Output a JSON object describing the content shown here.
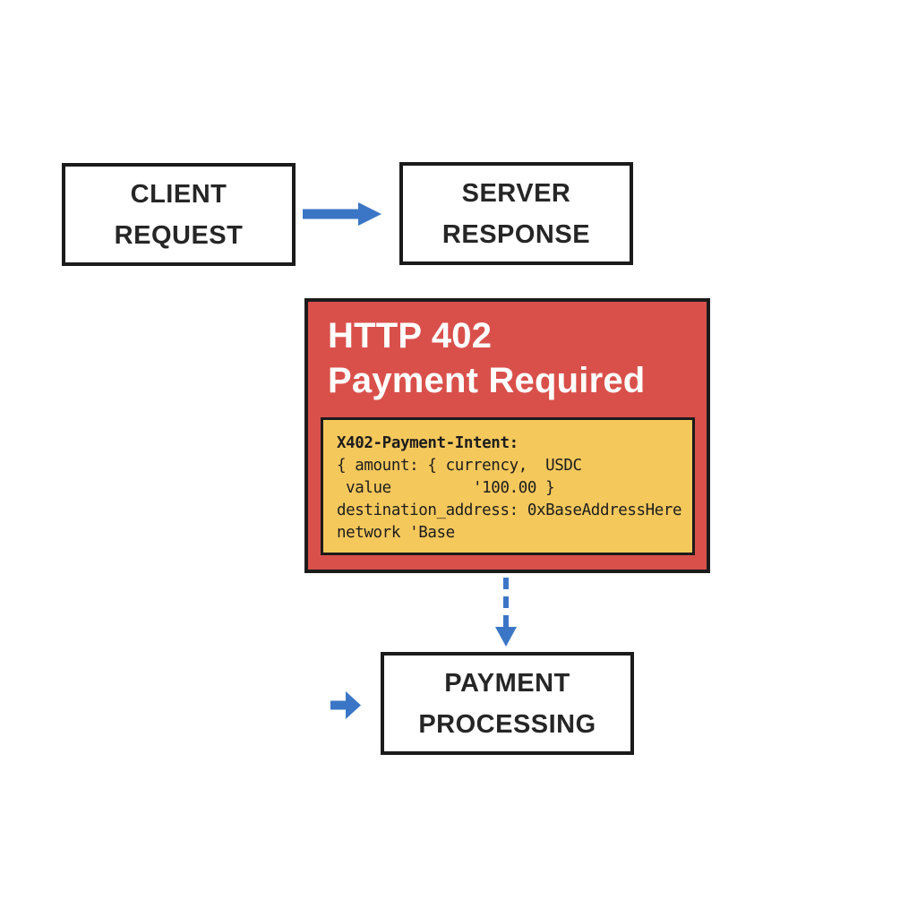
{
  "diagram": {
    "title": "HTTP 402 Payment Required flow",
    "colors": {
      "background": "#ffffff",
      "box_border": "#1b1b1b",
      "box_fill": "#ffffff",
      "box_text": "#262626",
      "arrow_blue": "#3b76c6",
      "error_panel_fill": "#d9504b",
      "error_panel_text": "#ffffff",
      "code_box_fill": "#f5c85c",
      "code_text": "#1d1d1d"
    },
    "nodes": {
      "client": {
        "lines": [
          "CLIENT",
          "REQUEST"
        ]
      },
      "server": {
        "lines": [
          "SERVER",
          "RESPONSE"
        ]
      },
      "payment": {
        "lines": [
          "PAYMENT",
          "PROCESSING"
        ]
      }
    },
    "error_panel": {
      "title_lines": [
        "HTTP 402",
        "Payment Required"
      ],
      "code_lines": [
        "X402-Payment-Intent:",
        "{ amount: { currency,  USDC",
        " value         '100.00 }",
        "destination_address: 0xBaseAddressHere",
        "network 'Base"
      ]
    },
    "icons": {
      "request_arrow": "right-arrow",
      "response_dashed_arrow": "down-dashed-arrow",
      "processing_arrow": "small-right-arrow"
    }
  }
}
